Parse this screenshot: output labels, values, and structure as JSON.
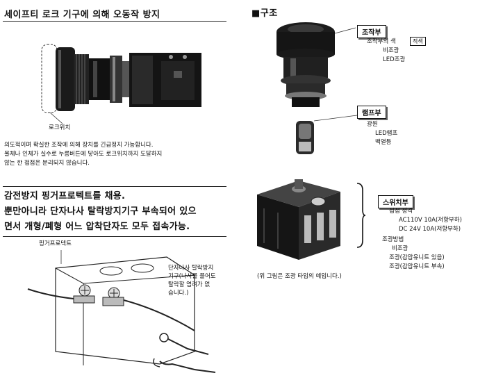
{
  "left": {
    "section1_title": "세이프티 로크 기구에 의해 오동작 방지",
    "lock_label": "로크위치",
    "desc_lines": [
      "의도적이며 확실한 조작에 의해 장치를 긴급정지 가능합니다.",
      "물체나 인체가 실수로 누름버튼에 닿아도 로크위치까지 도달하지",
      "않는 한 접점은 분리되지 않습니다."
    ],
    "section2_lines": [
      "감전방지 핑거프로텍트를 채용.",
      "뿐만아니라 단자나사 탈락방지기구 부속되어 있으",
      "면서 개형/폐형 어느 압착단자도 모두 접속가능."
    ],
    "finger_label": "핑거프로텍트",
    "screw_note": [
      "단자나사 탈락방지",
      "기구(나사를 풀어도",
      "탈락할 염려가 없",
      "습니다.)"
    ]
  },
  "right": {
    "structure_title": "■구조",
    "operation_part": {
      "tag": "조작부",
      "color_label": "조작부의 색",
      "color_value": "적색",
      "items": [
        "비조광",
        "LED조광"
      ]
    },
    "lamp_part": {
      "tag": "램프부",
      "label": "광원",
      "items": [
        "LED램프",
        "백열등"
      ]
    },
    "switch_part": {
      "tag": "스위치부",
      "rating_label": "접점 정격",
      "ratings": [
        "AC110V  10A(저항부하)",
        "DC  24V  10A(저항부하)"
      ],
      "illum_label": "조광방법",
      "illum_items": [
        "비조광",
        "조광(감압유니트 있음)",
        "조광(감압유니트 부속)"
      ]
    },
    "caption": "(위 그림은 조광 타입의 예입니다.)"
  }
}
